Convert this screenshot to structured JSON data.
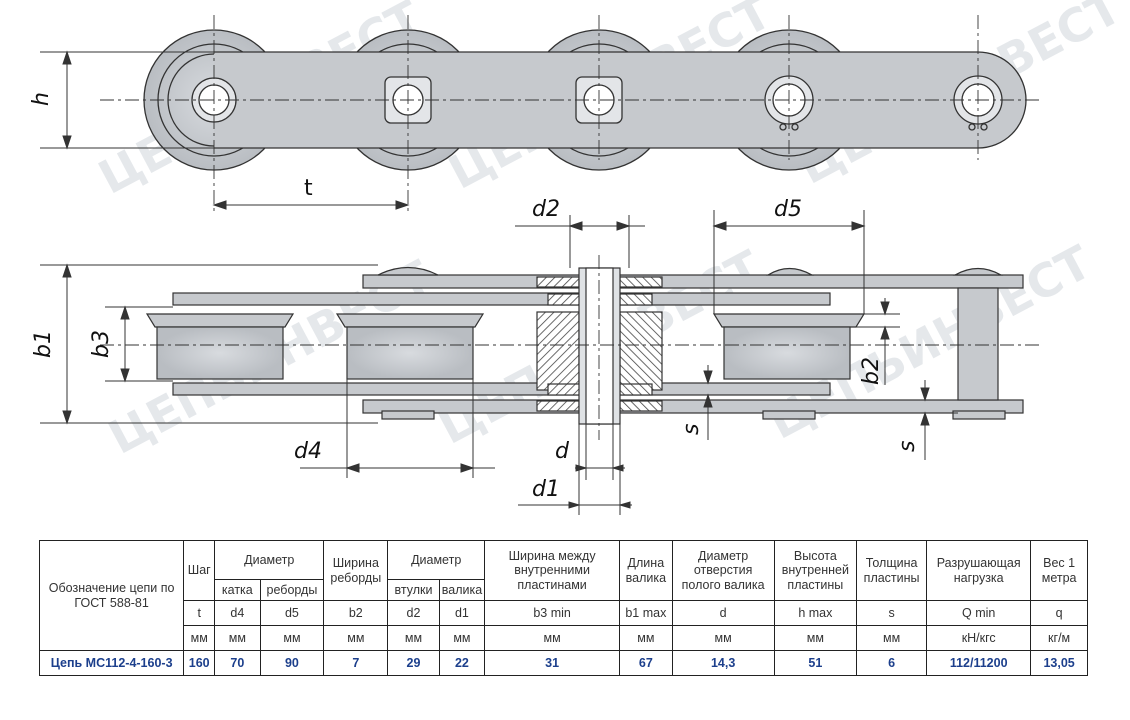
{
  "watermark": "ЦЕПЬИНВЕСТ",
  "dimensions": {
    "h": "h",
    "t": "t",
    "d2": "d2",
    "d5": "d5",
    "b1": "b1",
    "b3": "b3",
    "b2": "b2",
    "s": "s",
    "d4": "d4",
    "d": "d",
    "d1": "d1"
  },
  "table": {
    "header": {
      "designation": "Обозначение цепи по ГОСТ 588-81",
      "pitch": "Шаг",
      "diameter_group": "Диаметр",
      "roller": "катка",
      "flange": "реборды",
      "flange_width": "Ширина реборды",
      "diameter_group2": "Диаметр",
      "bushing": "втулки",
      "pin": "валика",
      "inner_width": "Ширина между внутренними пластинами",
      "pin_length": "Длина валика",
      "hollow_pin_bore": "Диаметр отверстия полого валика",
      "inner_plate_height": "Высота внутренней пластины",
      "plate_thickness": "Толщина пластины",
      "breaking_load": "Разрушающая нагрузка",
      "weight": "Вес 1 метра"
    },
    "symbols": [
      "t",
      "d4",
      "d5",
      "b2",
      "d2",
      "d1",
      "b3 min",
      "b1 max",
      "d",
      "h max",
      "s",
      "Q min",
      "q"
    ],
    "units": [
      "мм",
      "мм",
      "мм",
      "мм",
      "мм",
      "мм",
      "мм",
      "мм",
      "мм",
      "мм",
      "мм",
      "кН/кгс",
      "кг/м"
    ],
    "row": {
      "name": "Цепь МС112-4-160-3",
      "values": [
        "160",
        "70",
        "90",
        "7",
        "29",
        "22",
        "31",
        "67",
        "14,3",
        "51",
        "6",
        "112/11200",
        "13,05"
      ]
    }
  }
}
